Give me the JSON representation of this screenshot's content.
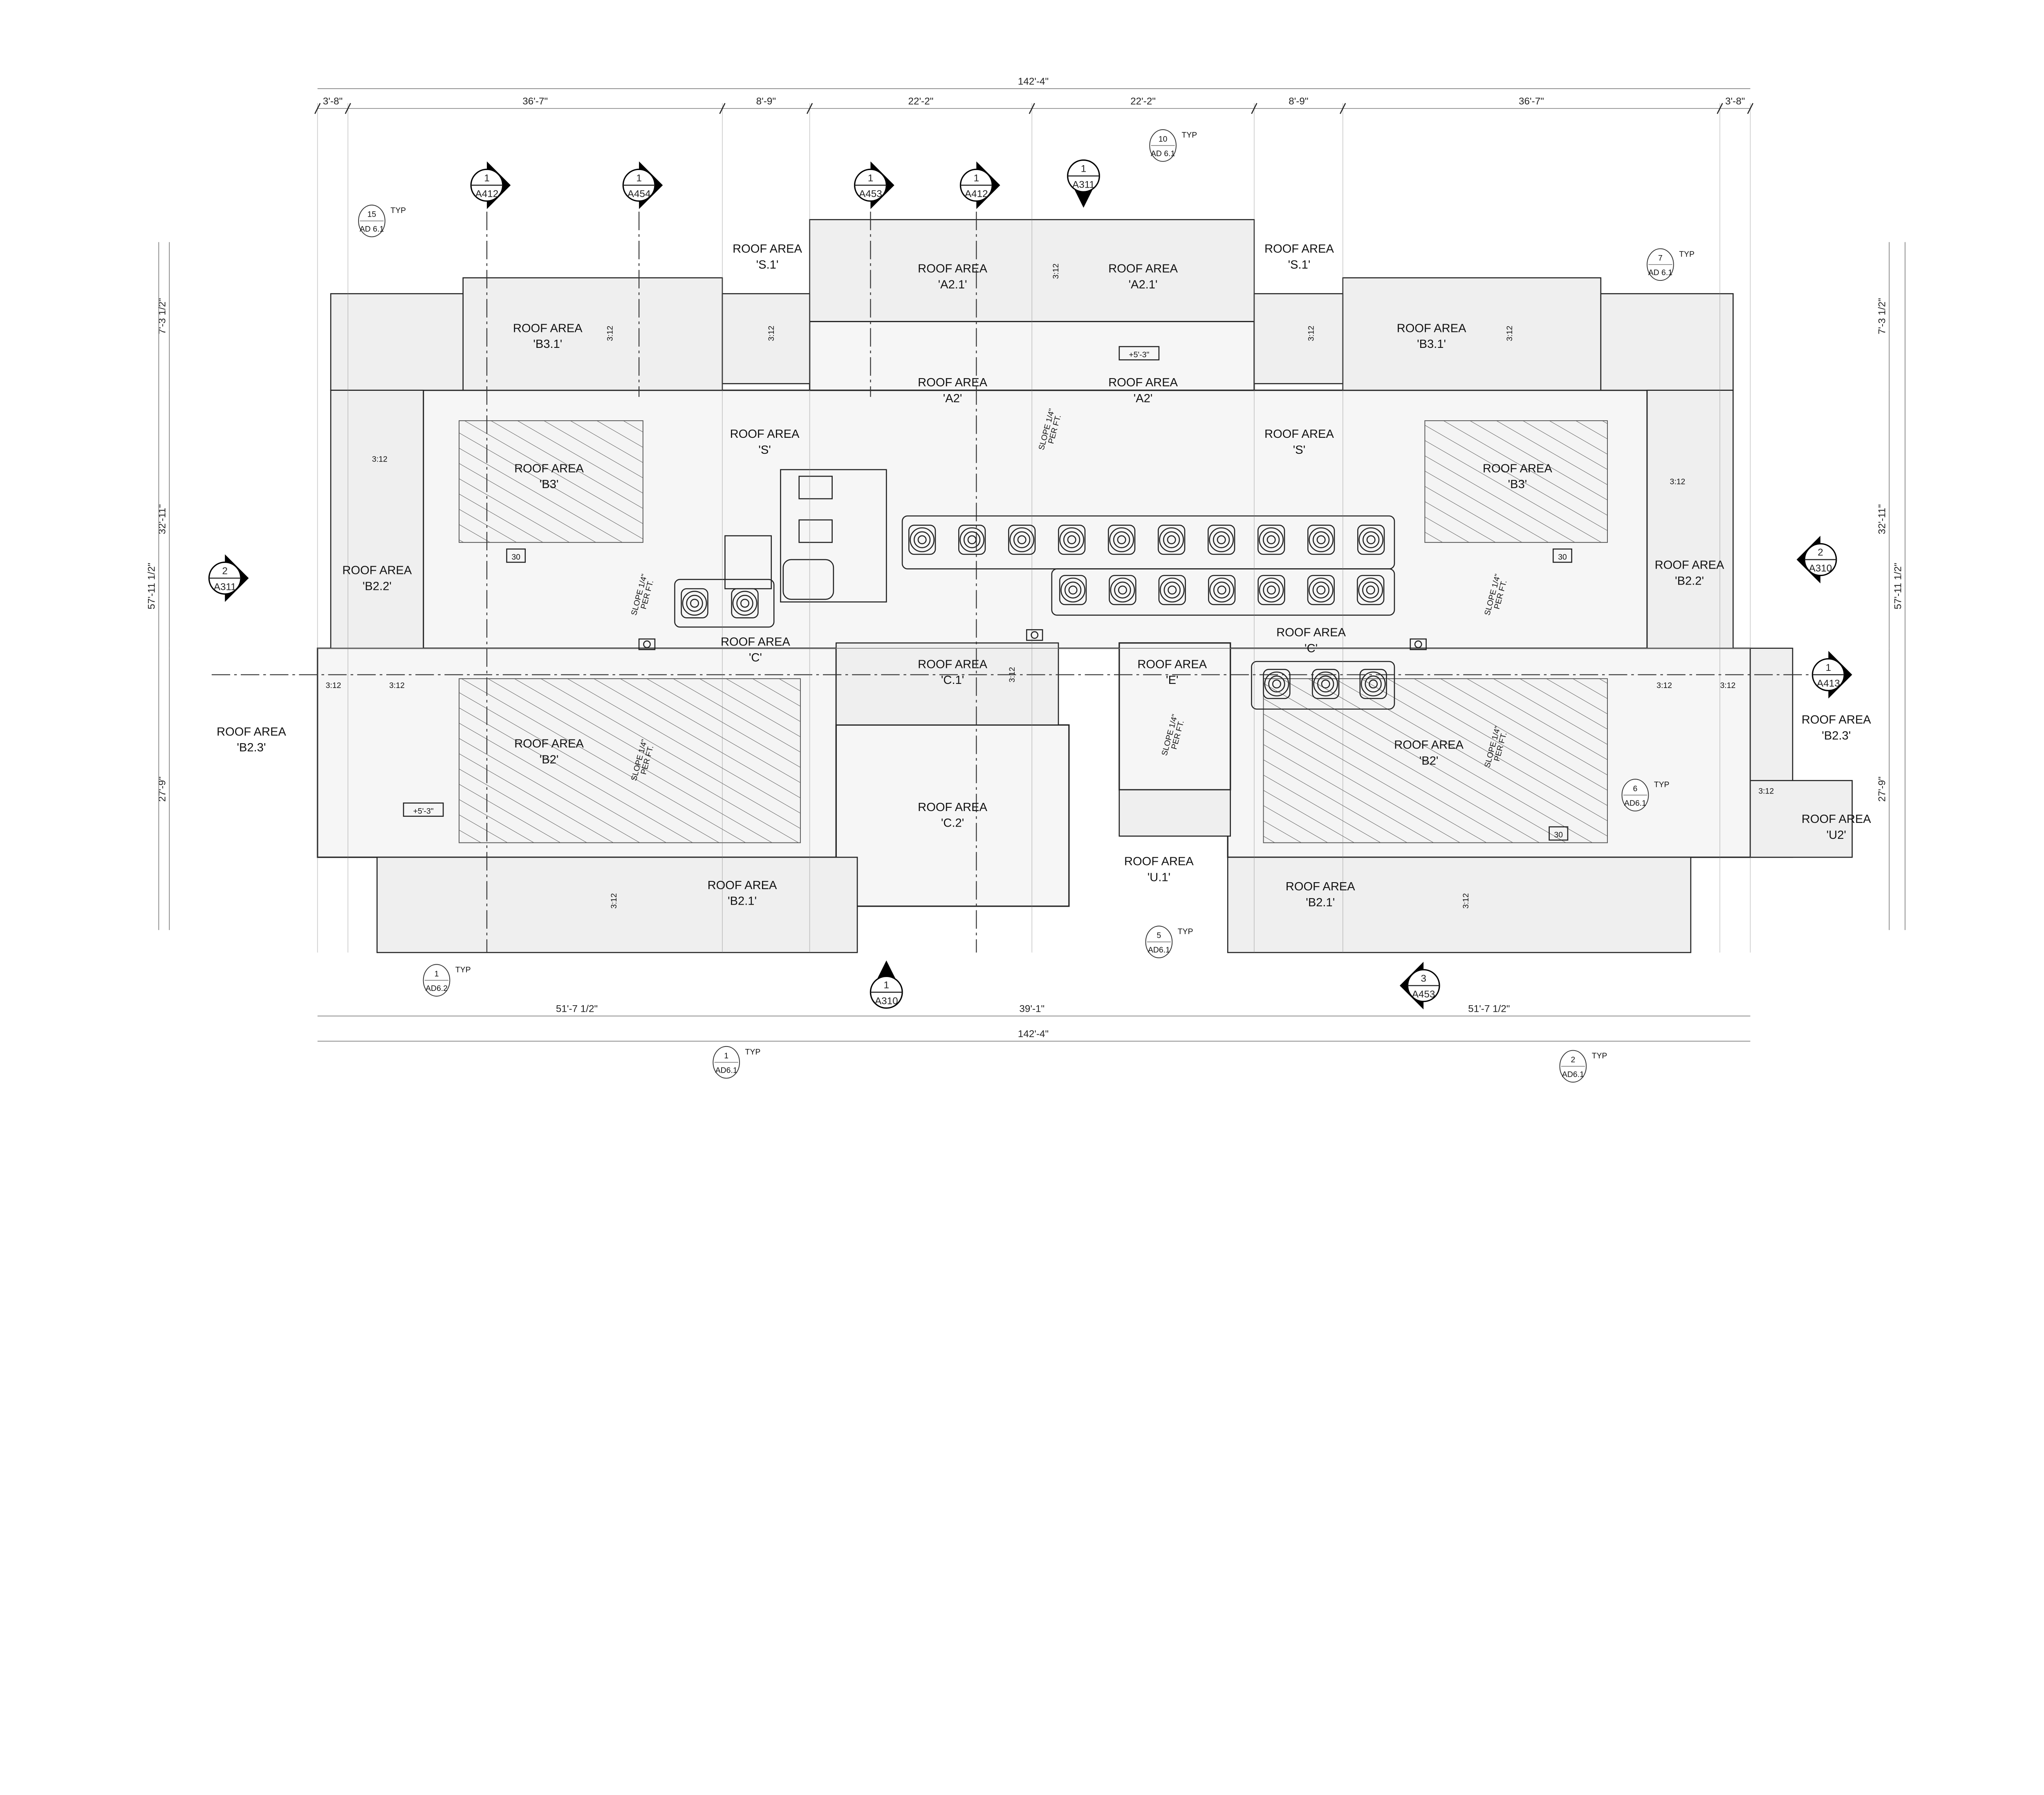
{
  "dimensions": {
    "top_overall": "142'-4\"",
    "top_segments": [
      "3'-8\"",
      "36'-7\"",
      "8'-9\"",
      "22'-2\"",
      "22'-2\"",
      "8'-9\"",
      "36'-7\"",
      "3'-8\""
    ],
    "bottom_segments": [
      "51'-7 1/2\"",
      "39'-1\"",
      "51'-7 1/2\""
    ],
    "bottom_overall": "142'-4\"",
    "left": [
      "7'-3 1/2\"",
      "32'-11\"",
      "27'-9\"",
      "57'-11 1/2\""
    ],
    "right": [
      "7'-3 1/2\"",
      "32'-11\"",
      "27'-9\"",
      "57'-11 1/2\""
    ]
  },
  "roof_area_prefix": "ROOF AREA",
  "roof_areas": [
    "'S.1'",
    "'S.1'",
    "'A2.1'",
    "'A2.1'",
    "'B3.1'",
    "'B3.1'",
    "'A2'",
    "'A2'",
    "'S'",
    "'S'",
    "'B3'",
    "'B3'",
    "'B2.2'",
    "'B2.2'",
    "'C'",
    "'C'",
    "'C.1'",
    "'E'",
    "'B2.3'",
    "'B2.3'",
    "'B2'",
    "'B2'",
    "'C.2'",
    "'U.1'",
    "'B2.1'",
    "'B2.1'",
    "'U2'"
  ],
  "slope_pitch": "3:12",
  "slope_flat": [
    "SLOPE 1/4\"",
    "PER FT."
  ],
  "drain_tag": "30",
  "elevation": "+5'-3\"",
  "section_markers": [
    {
      "num": "1",
      "sheet": "A412"
    },
    {
      "num": "1",
      "sheet": "A454"
    },
    {
      "num": "1",
      "sheet": "A453"
    },
    {
      "num": "1",
      "sheet": "A412"
    },
    {
      "num": "1",
      "sheet": "A311"
    },
    {
      "num": "2",
      "sheet": "A311"
    },
    {
      "num": "2",
      "sheet": "A310"
    },
    {
      "num": "1",
      "sheet": "A413"
    },
    {
      "num": "1",
      "sheet": "A310"
    },
    {
      "num": "3",
      "sheet": "A453"
    }
  ],
  "detail_callouts": [
    {
      "num": "15",
      "sheet": "AD 6.1",
      "note": "TYP"
    },
    {
      "num": "10",
      "sheet": "AD 6.1",
      "note": "TYP"
    },
    {
      "num": "7",
      "sheet": "AD 6.1",
      "note": "TYP"
    },
    {
      "num": "6",
      "sheet": "AD6.1",
      "note": "TYP"
    },
    {
      "num": "1",
      "sheet": "AD6.2",
      "note": "TYP"
    },
    {
      "num": "5",
      "sheet": "AD6.1",
      "note": "TYP"
    },
    {
      "num": "1",
      "sheet": "AD6.1",
      "note": "TYP"
    },
    {
      "num": "2",
      "sheet": "AD6.1",
      "note": "TYP"
    }
  ],
  "equipment": {
    "condenser_icon": "fan-unit-icon",
    "drain_icon": "roof-drain-icon"
  }
}
